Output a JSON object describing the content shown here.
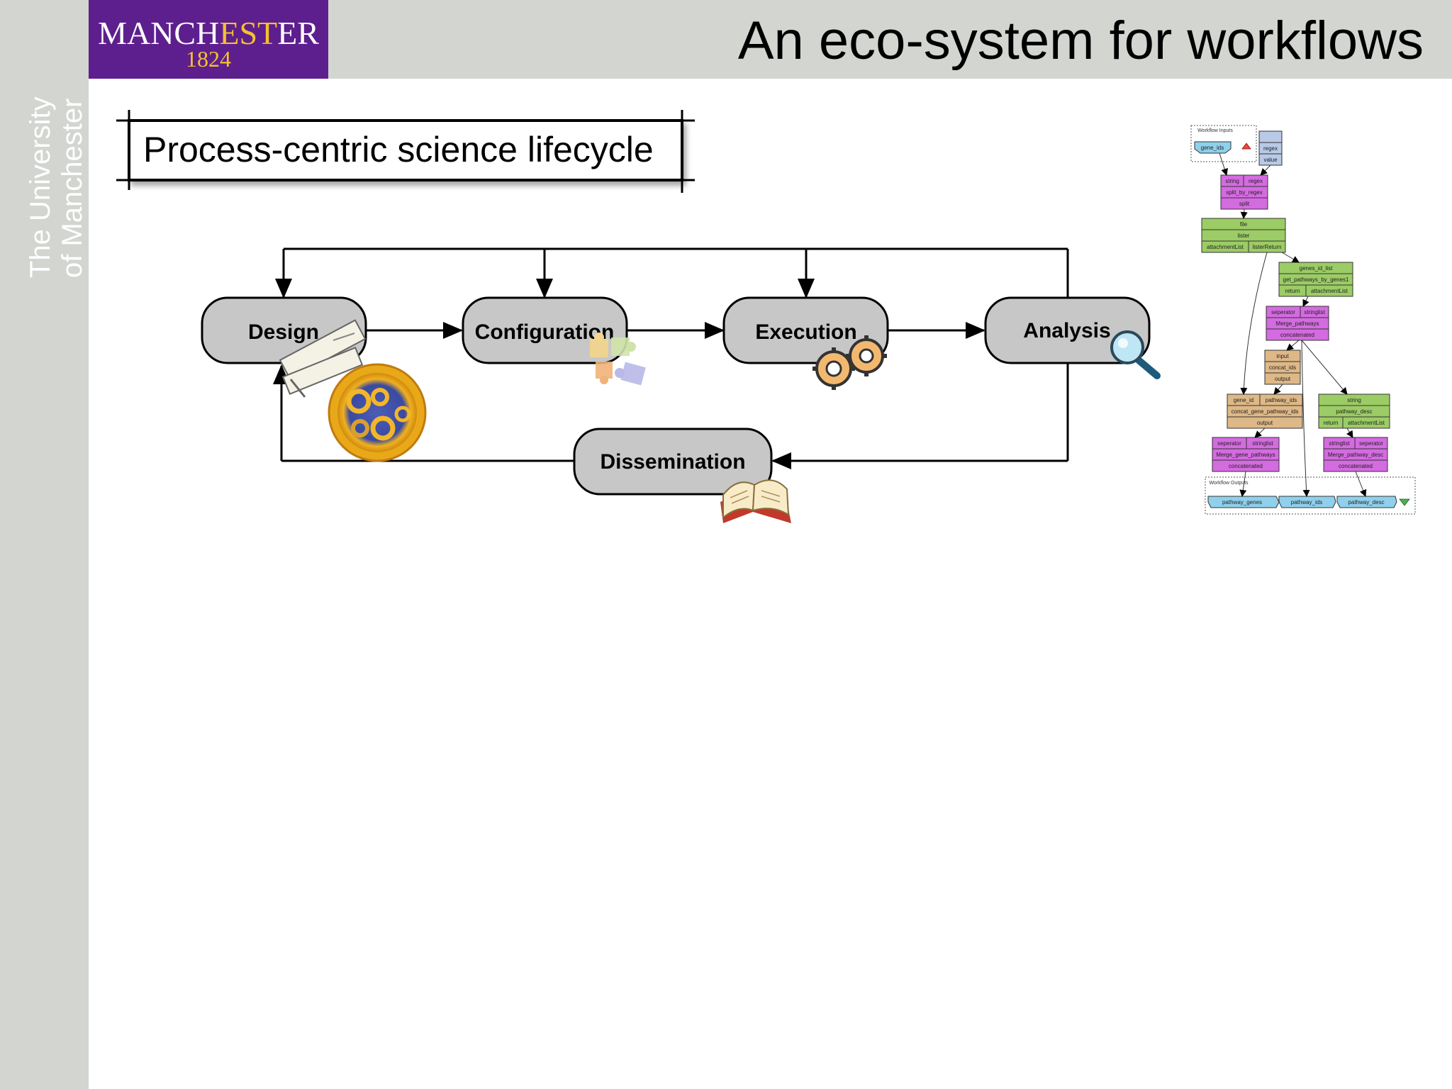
{
  "slide": {
    "title": "An eco-system for workflows",
    "vertical_text_line1": "The University",
    "vertical_text_line2": "of Manchester"
  },
  "logo": {
    "word_part1": "MANCH",
    "word_part2": "EST",
    "word_part3": "ER",
    "year": "1824"
  },
  "lifecycle": {
    "heading": "Process-centric science lifecycle",
    "stages": [
      "Design",
      "Configuration",
      "Execution",
      "Analysis",
      "Dissemination"
    ]
  },
  "workflow": {
    "inputs_label": "Workflow Inputs",
    "outputs_label": "Workflow Outputs",
    "input_ports": [
      "gene_ids"
    ],
    "regex_box": [
      "regex",
      "value"
    ],
    "split": [
      "string",
      "regex",
      "split_by_regex",
      "split"
    ],
    "lister": [
      "file",
      "lister",
      "attachmentList",
      "listerReturn"
    ],
    "get_pathways": [
      "genes_id_list",
      "get_pathways_by_genes1",
      "return",
      "attachmentList"
    ],
    "merge_pathways": [
      "seperator",
      "stringlist",
      "Merge_pathways",
      "concatenated"
    ],
    "concat_ids": [
      "input",
      "concat_ids",
      "output"
    ],
    "concat_gene": [
      "gene_id",
      "pathway_ids",
      "concat_gene_pathway_ids",
      "output"
    ],
    "pathway_desc": [
      "string",
      "pathway_desc",
      "return",
      "attachmentList"
    ],
    "merge_genes": [
      "seperator",
      "stringlist",
      "Merge_gene_pathways",
      "concatenated"
    ],
    "merge_desc": [
      "stringlist",
      "seperator",
      "Merge_pathway_desc",
      "concatenated"
    ],
    "output_ports": [
      "pathway_genes",
      "pathway_ids",
      "pathway_desc"
    ]
  },
  "colors": {
    "purple_brand": "#5e1f8e",
    "gold_brand": "#f5c12e",
    "band_gray": "#d3d5d1",
    "stage_fill": "#c7c7c7",
    "wf_blue": "#8fd0ec",
    "wf_purple": "#d46be0",
    "wf_green": "#9ccc65",
    "wf_tan": "#deb887"
  }
}
